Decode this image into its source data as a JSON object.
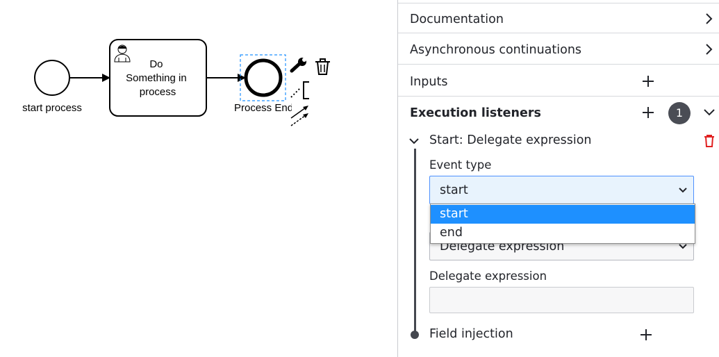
{
  "diagram": {
    "start_event_label": "start process",
    "task_label_lines": [
      "Do",
      "Something in",
      "process"
    ],
    "end_event_label": "Process End"
  },
  "panel": {
    "groups": {
      "documentation": "Documentation",
      "async": "Asynchronous continuations",
      "inputs": "Inputs",
      "execution_listeners": "Execution listeners"
    },
    "listener_count": "1",
    "listener_entry": {
      "title": "Start: Delegate expression",
      "event_type_label": "Event type",
      "event_type_value": "start",
      "event_type_options": [
        "start",
        "end"
      ],
      "selected_option": "start",
      "listener_type_value": "Delegate expression",
      "delegate_expression_label": "Delegate expression",
      "delegate_expression_value": "",
      "field_injection_label": "Field injection"
    }
  },
  "colors": {
    "selection_outline": "#1e90ff",
    "dropdown_highlight": "#1e90ff",
    "delete_icon": "#e02020",
    "badge": "#4a4d55"
  },
  "icons": [
    "wrench-icon",
    "trash-icon",
    "connect-icon",
    "text-annotation-icon",
    "user-task-icon",
    "plus-icon",
    "chevron-right-icon",
    "chevron-down-icon",
    "delete-icon"
  ]
}
